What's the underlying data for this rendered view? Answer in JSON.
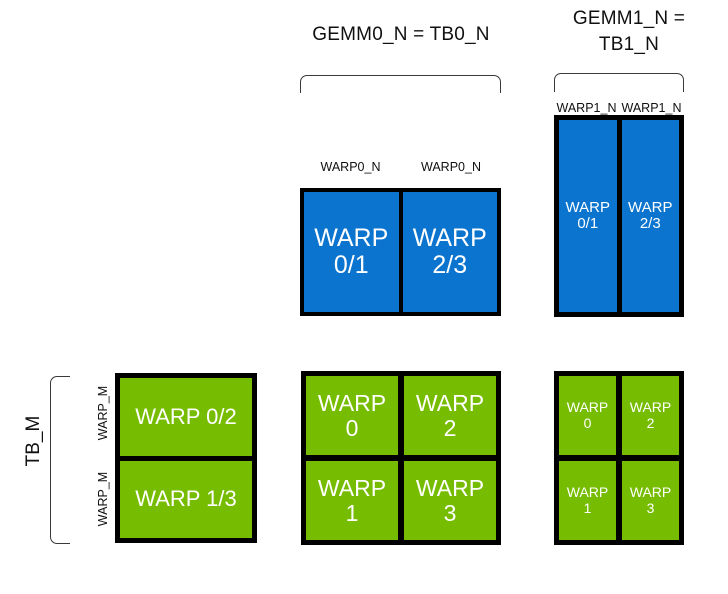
{
  "diagram": {
    "title_gemm0": "GEMM0_N = TB0_N",
    "title_gemm1": "GEMM1_N =\nTB1_N",
    "tb_m_label": "TB_M",
    "colors": {
      "blue": "#0b74ce",
      "green": "#76bc00",
      "outline": "#000000",
      "bracket": "#3a3a3a",
      "text_on_block": "#ffffff",
      "text": "#101010",
      "background": "#ffffff"
    },
    "captions": {
      "warp0_n_left": "WARP0_N",
      "warp0_n_right": "WARP0_N",
      "warp1_n_left": "WARP1_N",
      "warp1_n_right": "WARP1_N",
      "warp_m_top": "WARP_M",
      "warp_m_bottom": "WARP_M"
    },
    "blocks": {
      "blue_middle": {
        "name": "gemm0-blue-block",
        "cells": [
          "WARP\n0/1",
          "WARP\n2/3"
        ]
      },
      "blue_right": {
        "name": "gemm1-blue-block",
        "cells": [
          "WARP\n0/1",
          "WARP\n2/3"
        ]
      },
      "green_left": {
        "name": "tb-m-green-block",
        "cells": [
          "WARP 0/2",
          "WARP 1/3"
        ]
      },
      "green_middle": {
        "name": "gemm0-green-block",
        "cells": [
          "WARP\n0",
          "WARP\n2",
          "WARP\n1",
          "WARP\n3"
        ]
      },
      "green_right": {
        "name": "gemm1-green-block",
        "cells": [
          "WARP\n0",
          "WARP\n2",
          "WARP\n1",
          "WARP\n3"
        ]
      }
    }
  }
}
